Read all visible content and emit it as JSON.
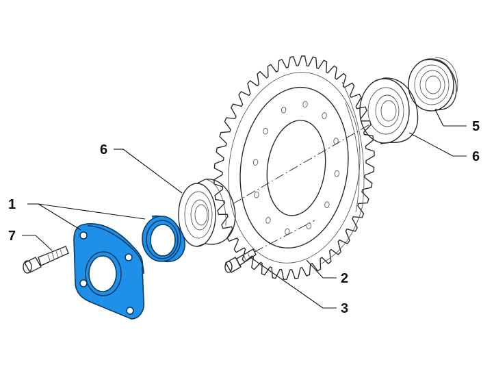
{
  "diagram": {
    "highlight_color": "#1E90E8",
    "line_color": "#2A2A2A",
    "callouts": [
      {
        "id": "c1",
        "label": "1"
      },
      {
        "id": "c7",
        "label": "7"
      },
      {
        "id": "c6a",
        "label": "6"
      },
      {
        "id": "c5",
        "label": "5"
      },
      {
        "id": "c6b",
        "label": "6"
      },
      {
        "id": "c2",
        "label": "2"
      },
      {
        "id": "c3",
        "label": "3"
      }
    ],
    "parts": [
      {
        "ref": "1",
        "name": "flange-plate",
        "highlighted": true
      },
      {
        "ref": "1",
        "name": "oil-seal",
        "highlighted": true
      },
      {
        "ref": "2",
        "name": "ring-gear",
        "highlighted": false
      },
      {
        "ref": "3",
        "name": "gear-bolt",
        "highlighted": false
      },
      {
        "ref": "5",
        "name": "small-bearing",
        "highlighted": false
      },
      {
        "ref": "6",
        "name": "taper-bearing",
        "highlighted": false
      },
      {
        "ref": "7",
        "name": "flange-bolt",
        "highlighted": false
      }
    ]
  }
}
